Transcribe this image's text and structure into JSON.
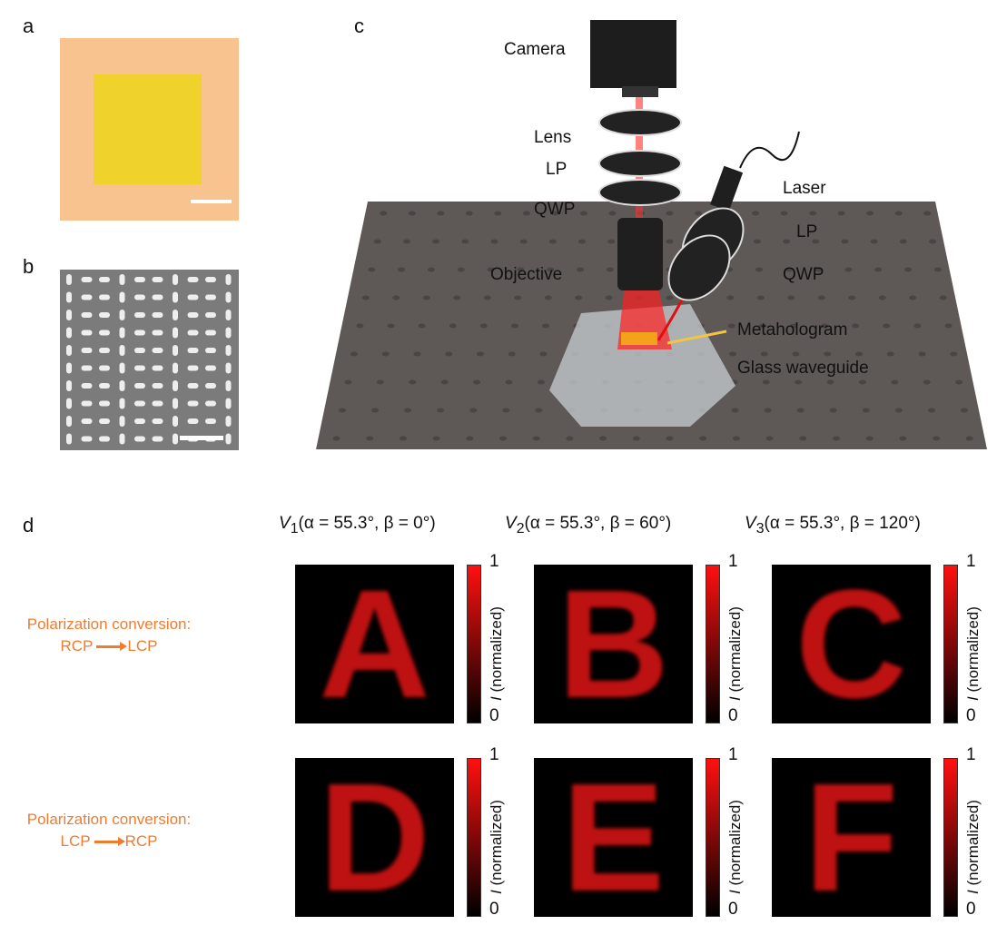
{
  "panels": {
    "a": "a",
    "b": "b",
    "c": "c",
    "d": "d"
  },
  "setup_labels": {
    "camera": "Camera",
    "lens": "Lens",
    "lp_top": "LP",
    "qwp_top": "QWP",
    "objective": "Objective",
    "laser": "Laser",
    "lp_side": "LP",
    "qwp_side": "QWP",
    "metahologram": "Metahologram",
    "waveguide": "Glass waveguide"
  },
  "columns": [
    {
      "v": "V",
      "sub": "1",
      "params": "(α = 55.3°, β = 0°)"
    },
    {
      "v": "V",
      "sub": "2",
      "params": "(α = 55.3°, β = 60°)"
    },
    {
      "v": "V",
      "sub": "3",
      "params": "(α = 55.3°, β = 120°)"
    }
  ],
  "rows": [
    {
      "title": "Polarization conversion:",
      "from": "RCP",
      "to": "LCP",
      "letters": [
        "A",
        "B",
        "C"
      ]
    },
    {
      "title": "Polarization conversion:",
      "from": "LCP",
      "to": "RCP",
      "letters": [
        "D",
        "E",
        "F"
      ]
    }
  ],
  "colorbar": {
    "max": "1",
    "min": "0",
    "label_var": "I",
    "label_text": " (normalized)"
  },
  "colors": {
    "accent": "#ee7d31",
    "holo_red": "#e01515",
    "substrate": "#f8c38e",
    "metasurface": "#f0d22c"
  }
}
